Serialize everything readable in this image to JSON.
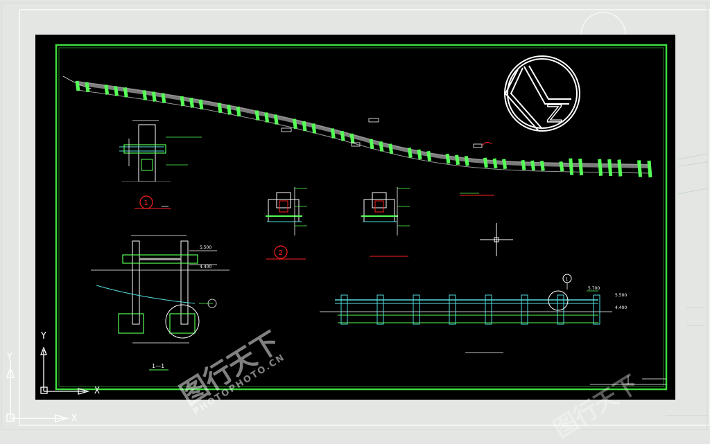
{
  "viewport": {
    "ucs_x": "X",
    "ucs_y": "Y",
    "outer_ucs_x": "X",
    "outer_ucs_y": "Y"
  },
  "drawing": {
    "detail_1_marker": "1",
    "detail_2_marker": "2",
    "section_label": "1—1",
    "section_marker": "1",
    "elev_1": "5.500",
    "elev_2": "4.400",
    "elev_3": "5.700",
    "elev_4": "5.500",
    "elev_5": "4.400"
  },
  "logo": {
    "text": "Z"
  },
  "watermark": {
    "cn": "图行天下",
    "url": "PHOTOPHOTO.CN"
  },
  "colors": {
    "background": "#000000",
    "frame": "#3ddc3d",
    "bright_green": "#55ff55",
    "white": "#ffffff",
    "cyan": "#55dddd",
    "red": "#ff2020"
  }
}
